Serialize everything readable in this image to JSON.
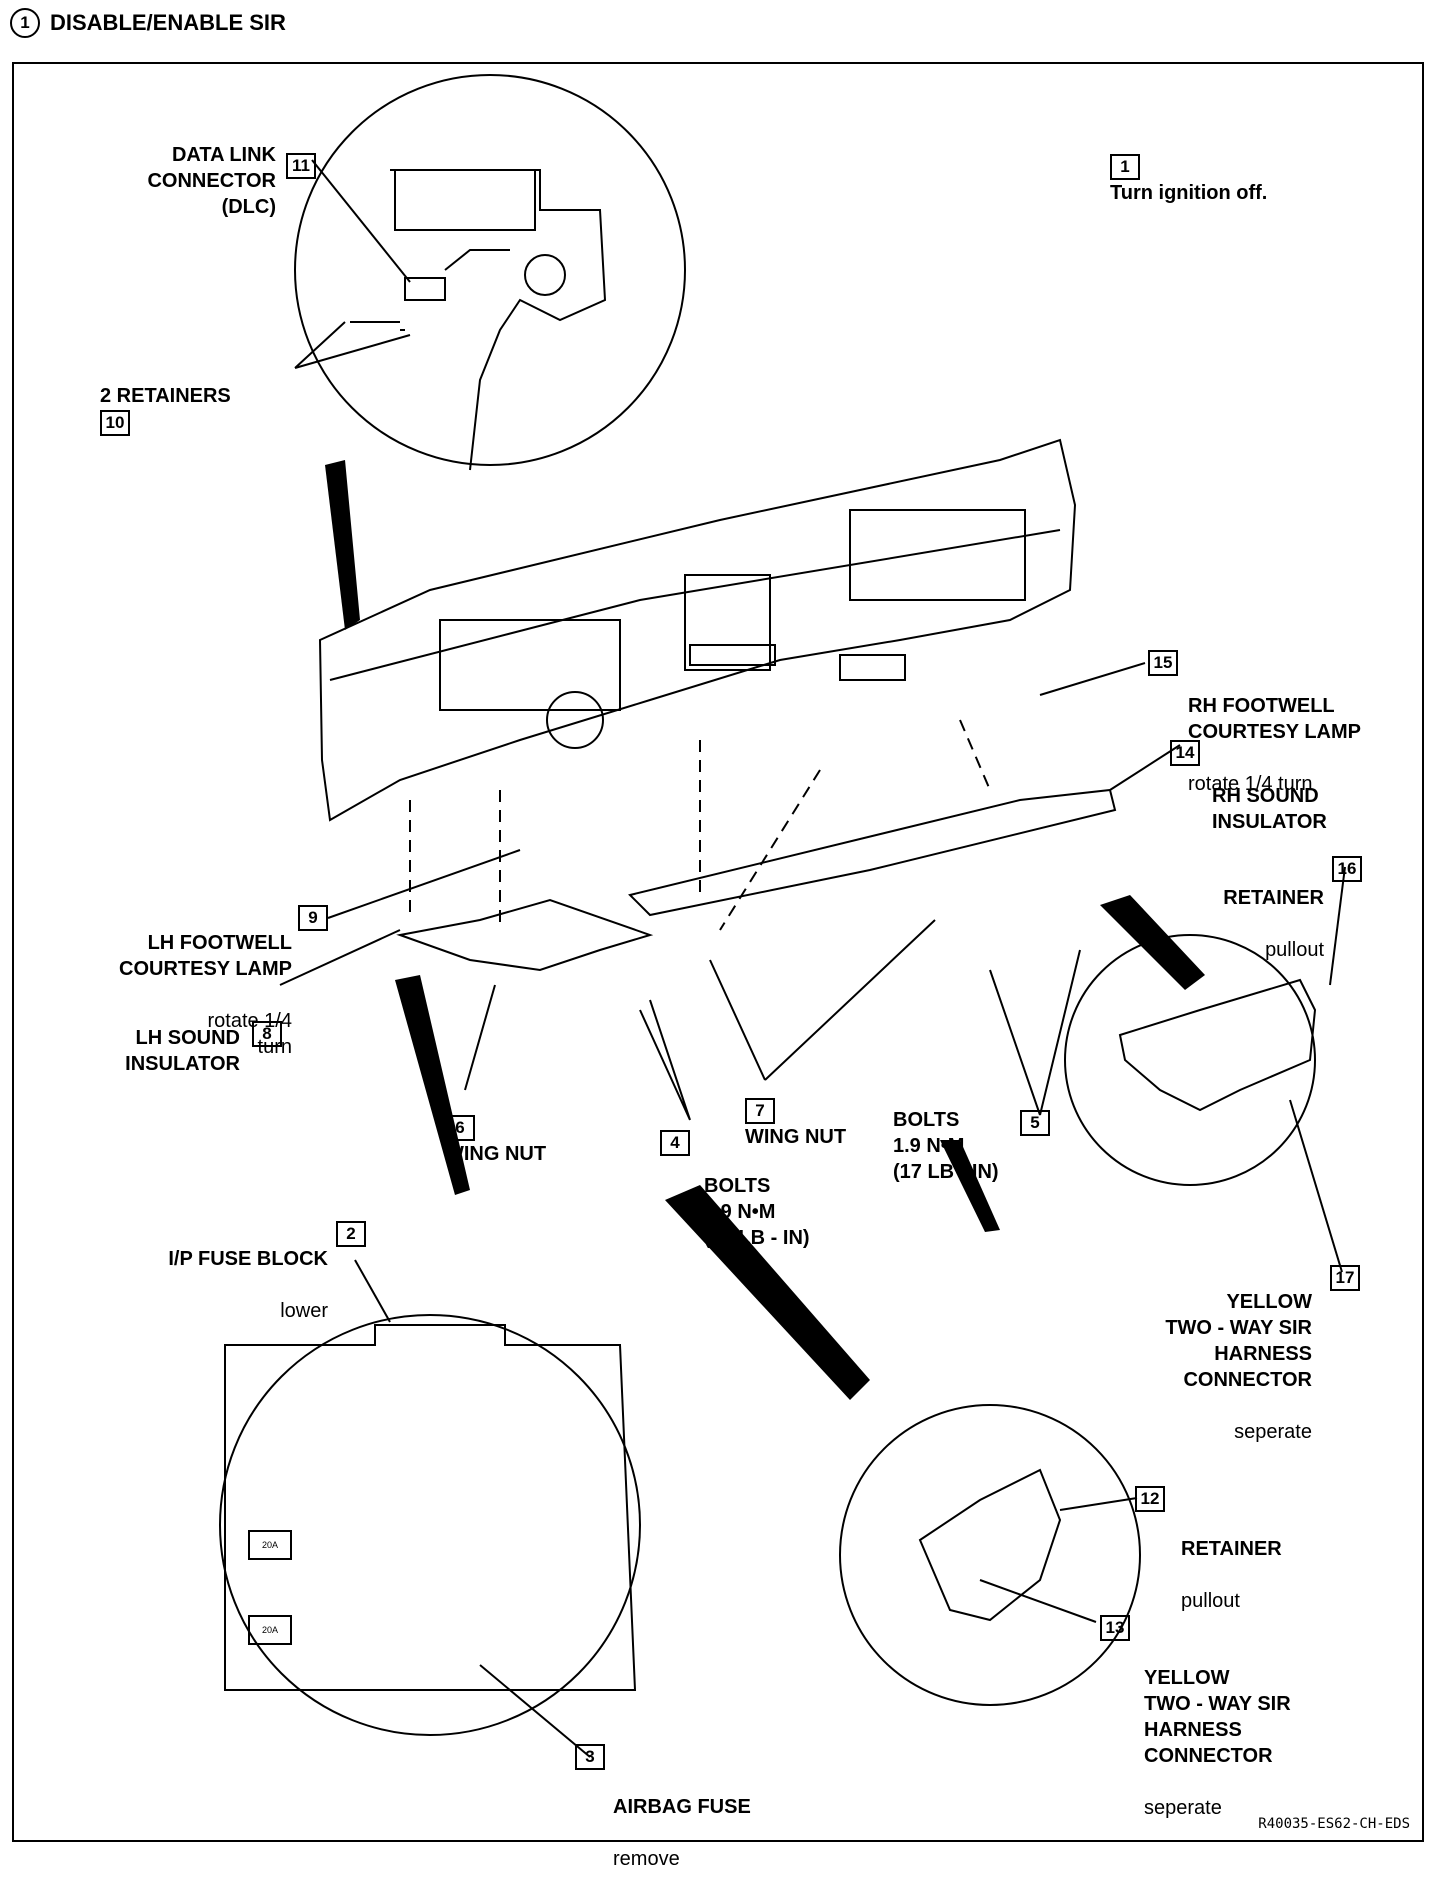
{
  "title": {
    "number": "1",
    "text": "DISABLE/ENABLE SIR"
  },
  "step1": {
    "num": "1",
    "text": "Turn ignition off."
  },
  "callouts": {
    "dlc": {
      "num": "11",
      "text": "DATA LINK\nCONNECTOR\n(DLC)"
    },
    "retainers2": {
      "num": "10",
      "text": "2 RETAINERS"
    },
    "rh_lamp": {
      "num": "15",
      "text": "RH FOOTWELL\nCOURTESY LAMP",
      "sub": "rotate 1/4 turn"
    },
    "rh_insulator": {
      "num": "14",
      "text": "RH SOUND\nINSULATOR"
    },
    "retainer16": {
      "num": "16",
      "text": "RETAINER",
      "sub": "pullout"
    },
    "lh_lamp": {
      "num": "9",
      "text": "LH  FOOTWELL\nCOURTESY LAMP",
      "sub": "rotate 1/4\nturn"
    },
    "lh_insulator": {
      "num": "8",
      "text": "LH SOUND\nINSULATOR"
    },
    "wingnut6": {
      "num": "6",
      "text": "WING NUT"
    },
    "wingnut7": {
      "num": "7",
      "text": "WING NUT"
    },
    "bolts4": {
      "num": "4",
      "text": "BOLTS\n1.9 N•M\n(17 LB - IN)"
    },
    "bolts5": {
      "num": "5",
      "text": "BOLTS\n1.9 N•M\n(17 LB - IN)"
    },
    "yellow17": {
      "num": "17",
      "text": "YELLOW\nTWO - WAY SIR\nHARNESS\nCONNECTOR",
      "sub": "seperate"
    },
    "fuseblock": {
      "num": "2",
      "text": "I/P FUSE BLOCK",
      "sub": "lower"
    },
    "retainer12": {
      "num": "12",
      "text": "RETAINER",
      "sub": "pullout"
    },
    "yellow13": {
      "num": "13",
      "text": "YELLOW\nTWO - WAY SIR\nHARNESS\nCONNECTOR",
      "sub": "seperate"
    },
    "airbagfuse": {
      "num": "3",
      "text": "AIRBAG FUSE",
      "sub": "remove"
    }
  },
  "fuse_labels": {
    "f1": "20A",
    "f2": "20A"
  },
  "reference": "R40035-ES62-CH-EDS"
}
